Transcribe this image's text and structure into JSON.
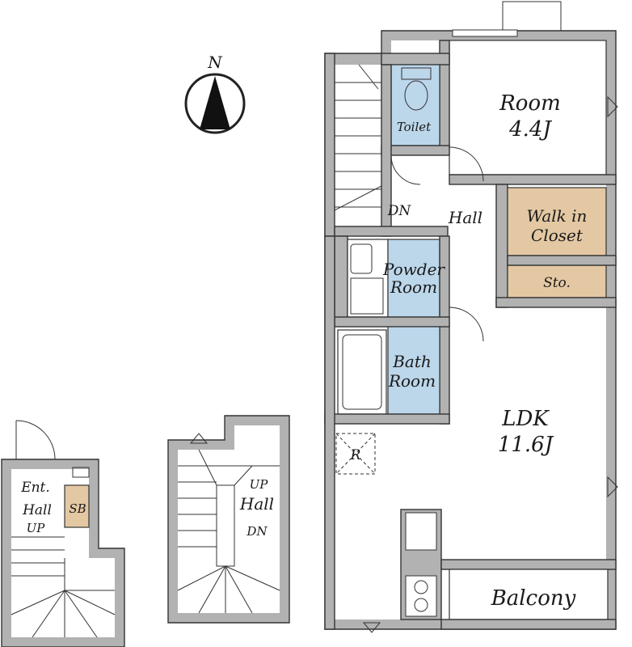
{
  "compass": {
    "north_label": "N"
  },
  "rooms": {
    "room": {
      "name": "Room",
      "size": "4.4J"
    },
    "toilet": {
      "name": "Toilet"
    },
    "hall": {
      "name": "Hall"
    },
    "dn": {
      "label": "DN"
    },
    "walk_in_closet": {
      "line1": "Walk in",
      "line2": "Closet"
    },
    "powder_room": {
      "line1": "Powder",
      "line2": "Room"
    },
    "storage": {
      "name": "Sto."
    },
    "bath_room": {
      "line1": "Bath",
      "line2": "Room"
    },
    "ldk": {
      "name": "LDK",
      "size": "11.6J"
    },
    "refrigerator": {
      "label": "R"
    },
    "balcony": {
      "name": "Balcony"
    }
  },
  "entrance_floor": {
    "ent": "Ent.",
    "hall": "Hall",
    "up": "UP",
    "shoe_box": "SB"
  },
  "stair_floor": {
    "up": "UP",
    "hall": "Hall",
    "dn": "DN"
  },
  "colors": {
    "wall": "#b2b2b2",
    "wet_area": "#bcd6ea",
    "storage": "#e3c8a3"
  }
}
